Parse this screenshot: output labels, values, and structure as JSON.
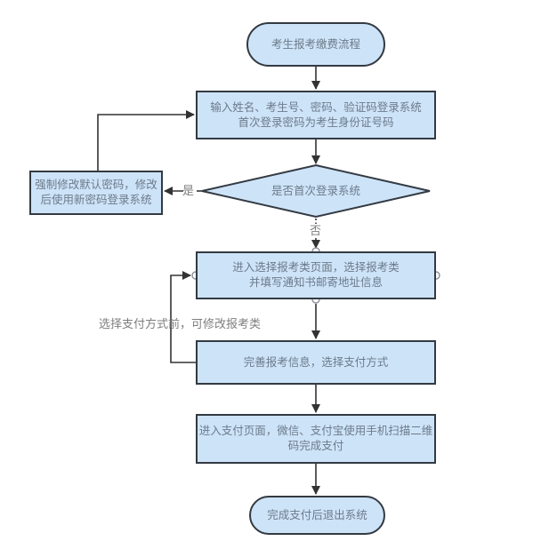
{
  "diagram": {
    "nodes": {
      "start": {
        "label": "考生报考缴费流程"
      },
      "login": {
        "label": "输入姓名、考生号、密码、验证码登录系统\n首次登录密码为考生身份证号码"
      },
      "first_login_decision": {
        "label": "是否首次登录系统"
      },
      "force_password_change": {
        "label": "强制修改默认密码，修改\n后使用新密码登录系统"
      },
      "select_category": {
        "label": "进入选择报考类页面，选择报考类\n并填写通知书邮寄地址信息"
      },
      "complete_info": {
        "label": "完善报考信息，选择支付方式"
      },
      "payment": {
        "label": "进入支付页面，微信、支付宝使用手机扫描二维\n码完成支付"
      },
      "end": {
        "label": "完成支付后退出系统"
      }
    },
    "edge_labels": {
      "yes": "是",
      "no": "否",
      "note": "选择支付方式前，可修改报考类"
    },
    "colors": {
      "node_fill": "#cde3f8",
      "node_border": "#333a42",
      "node_text": "#6c7b8a",
      "edge_line": "#333333",
      "label_text": "#7e7e7e",
      "handle_stroke": "#8a9099"
    }
  }
}
